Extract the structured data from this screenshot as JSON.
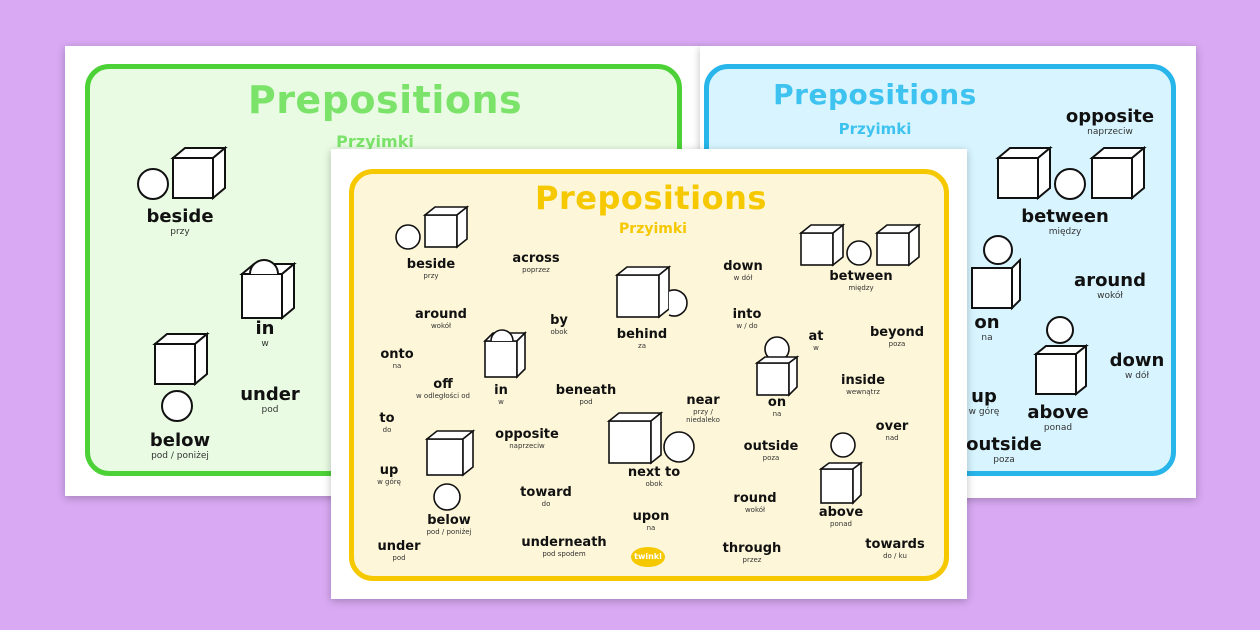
{
  "colors": {
    "background": "#d9a9f3",
    "green_frame": "#4cd137",
    "green_fill": "#e9fbe3",
    "blue_frame": "#27b5ea",
    "blue_fill": "#d8f5ff",
    "yellow_frame": "#f5c800",
    "yellow_fill": "#fdf6d8"
  },
  "green_sheet": {
    "title": "Prepositions",
    "subtitle": "Przyimki",
    "words": [
      {
        "en": "beside",
        "pl": "przy"
      },
      {
        "en": "in",
        "pl": "w"
      },
      {
        "en": "under",
        "pl": "pod"
      },
      {
        "en": "below",
        "pl": "pod / poniżej"
      }
    ]
  },
  "blue_sheet": {
    "title": "Prepositions",
    "subtitle": "Przyimki",
    "words": [
      {
        "en": "opposite",
        "pl": "naprzeciw"
      },
      {
        "en": "between",
        "pl": "między"
      },
      {
        "en": "around",
        "pl": "wokół"
      },
      {
        "en": "on",
        "pl": "na"
      },
      {
        "en": "down",
        "pl": "w dół"
      },
      {
        "en": "up",
        "pl": "w górę"
      },
      {
        "en": "above",
        "pl": "ponad"
      },
      {
        "en": "outside",
        "pl": "poza"
      }
    ]
  },
  "yellow_sheet": {
    "title": "Prepositions",
    "subtitle": "Przyimki",
    "logo": "twinkl",
    "words": [
      {
        "en": "beside",
        "pl": "przy"
      },
      {
        "en": "across",
        "pl": "poprzez"
      },
      {
        "en": "down",
        "pl": "w dół"
      },
      {
        "en": "between",
        "pl": "między"
      },
      {
        "en": "around",
        "pl": "wokół"
      },
      {
        "en": "by",
        "pl": "obok"
      },
      {
        "en": "behind",
        "pl": "za"
      },
      {
        "en": "into",
        "pl": "w / do"
      },
      {
        "en": "at",
        "pl": "w"
      },
      {
        "en": "beyond",
        "pl": "poza"
      },
      {
        "en": "onto",
        "pl": "na"
      },
      {
        "en": "off",
        "pl": "w odległości od"
      },
      {
        "en": "in",
        "pl": "w"
      },
      {
        "en": "beneath",
        "pl": "pod"
      },
      {
        "en": "near",
        "pl": "przy / niedaleko"
      },
      {
        "en": "on",
        "pl": "na"
      },
      {
        "en": "inside",
        "pl": "wewnątrz"
      },
      {
        "en": "to",
        "pl": "do"
      },
      {
        "en": "opposite",
        "pl": "naprzeciw"
      },
      {
        "en": "outside",
        "pl": "poza"
      },
      {
        "en": "over",
        "pl": "nad"
      },
      {
        "en": "up",
        "pl": "w górę"
      },
      {
        "en": "next to",
        "pl": "obok"
      },
      {
        "en": "toward",
        "pl": "do"
      },
      {
        "en": "round",
        "pl": "wokół"
      },
      {
        "en": "above",
        "pl": "ponad"
      },
      {
        "en": "below",
        "pl": "pod / poniżej"
      },
      {
        "en": "upon",
        "pl": "na"
      },
      {
        "en": "under",
        "pl": "pod"
      },
      {
        "en": "underneath",
        "pl": "pod spodem"
      },
      {
        "en": "through",
        "pl": "przez"
      },
      {
        "en": "towards",
        "pl": "do / ku"
      }
    ]
  }
}
